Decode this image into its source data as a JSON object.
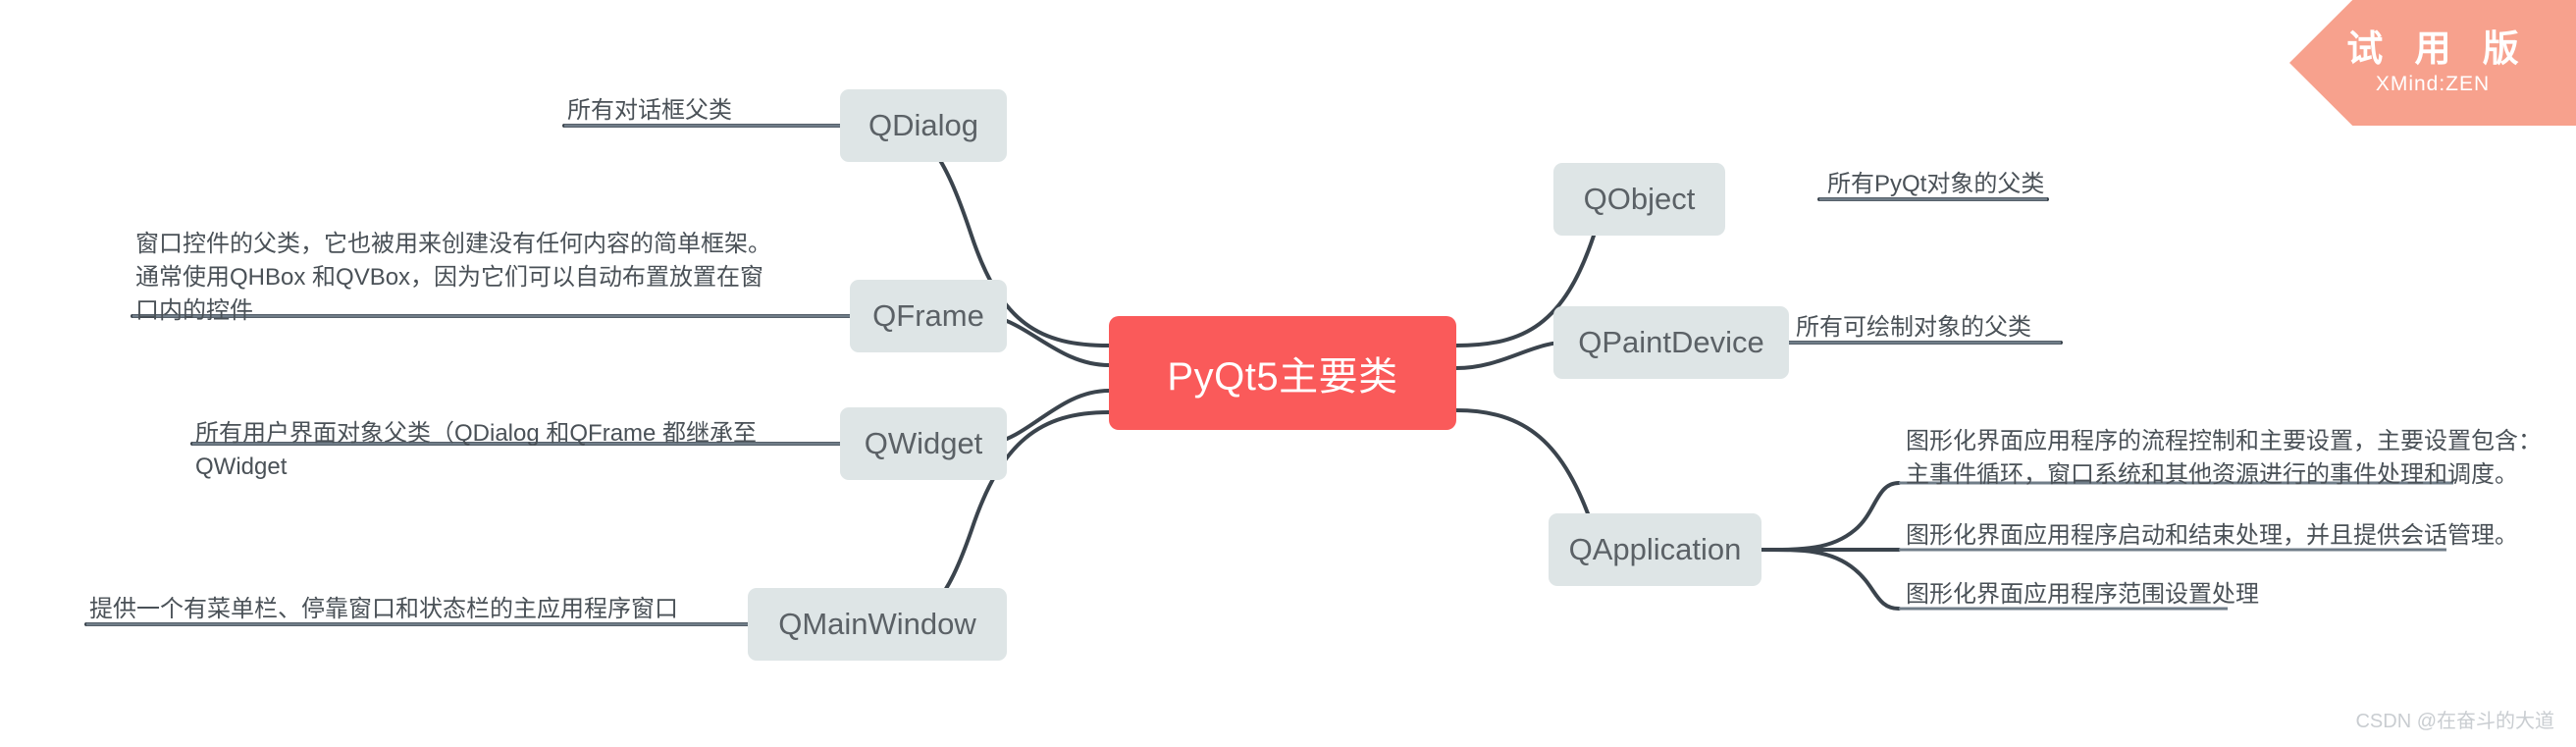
{
  "root": {
    "label": "PyQt5主要类",
    "color": "#FA5A5A"
  },
  "theme": {
    "topic_fill": "#DEE5E6",
    "topic_text": "#5b6166",
    "line_color": "#3b444d",
    "badge_color": "#F7A18D"
  },
  "branches": {
    "left": [
      {
        "title": "QDialog",
        "notes": [
          "所有对话框父类"
        ]
      },
      {
        "title": "QFrame",
        "notes": [
          "窗口控件的父类，它也被用来创建没有任何内容的简单框架。\n通常使用QHBox 和QVBox，因为它们可以自动布置放置在窗\n口内的控件"
        ]
      },
      {
        "title": "QWidget",
        "notes": [
          "所有用户界面对象父类（QDialog 和QFrame 都继承至\nQWidget"
        ]
      },
      {
        "title": "QMainWindow",
        "notes": [
          "提供一个有菜单栏、停靠窗口和状态栏的主应用程序窗口"
        ]
      }
    ],
    "right": [
      {
        "title": "QObject",
        "notes": [
          "所有PyQt对象的父类"
        ]
      },
      {
        "title": "QPaintDevice",
        "notes": [
          "所有可绘制对象的父类"
        ]
      },
      {
        "title": "QApplication",
        "notes": [
          "图形化界面应用程序的流程控制和主要设置，主要设置包含：\n主事件循环，窗口系统和其他资源进行的事件处理和调度。",
          "图形化界面应用程序启动和结束处理，并且提供会话管理。",
          "图形化界面应用程序范围设置处理"
        ]
      }
    ]
  },
  "badge": {
    "main": "试 用 版",
    "sub": "XMind:ZEN"
  },
  "watermark": {
    "text": "CSDN @在奋斗的大道"
  }
}
